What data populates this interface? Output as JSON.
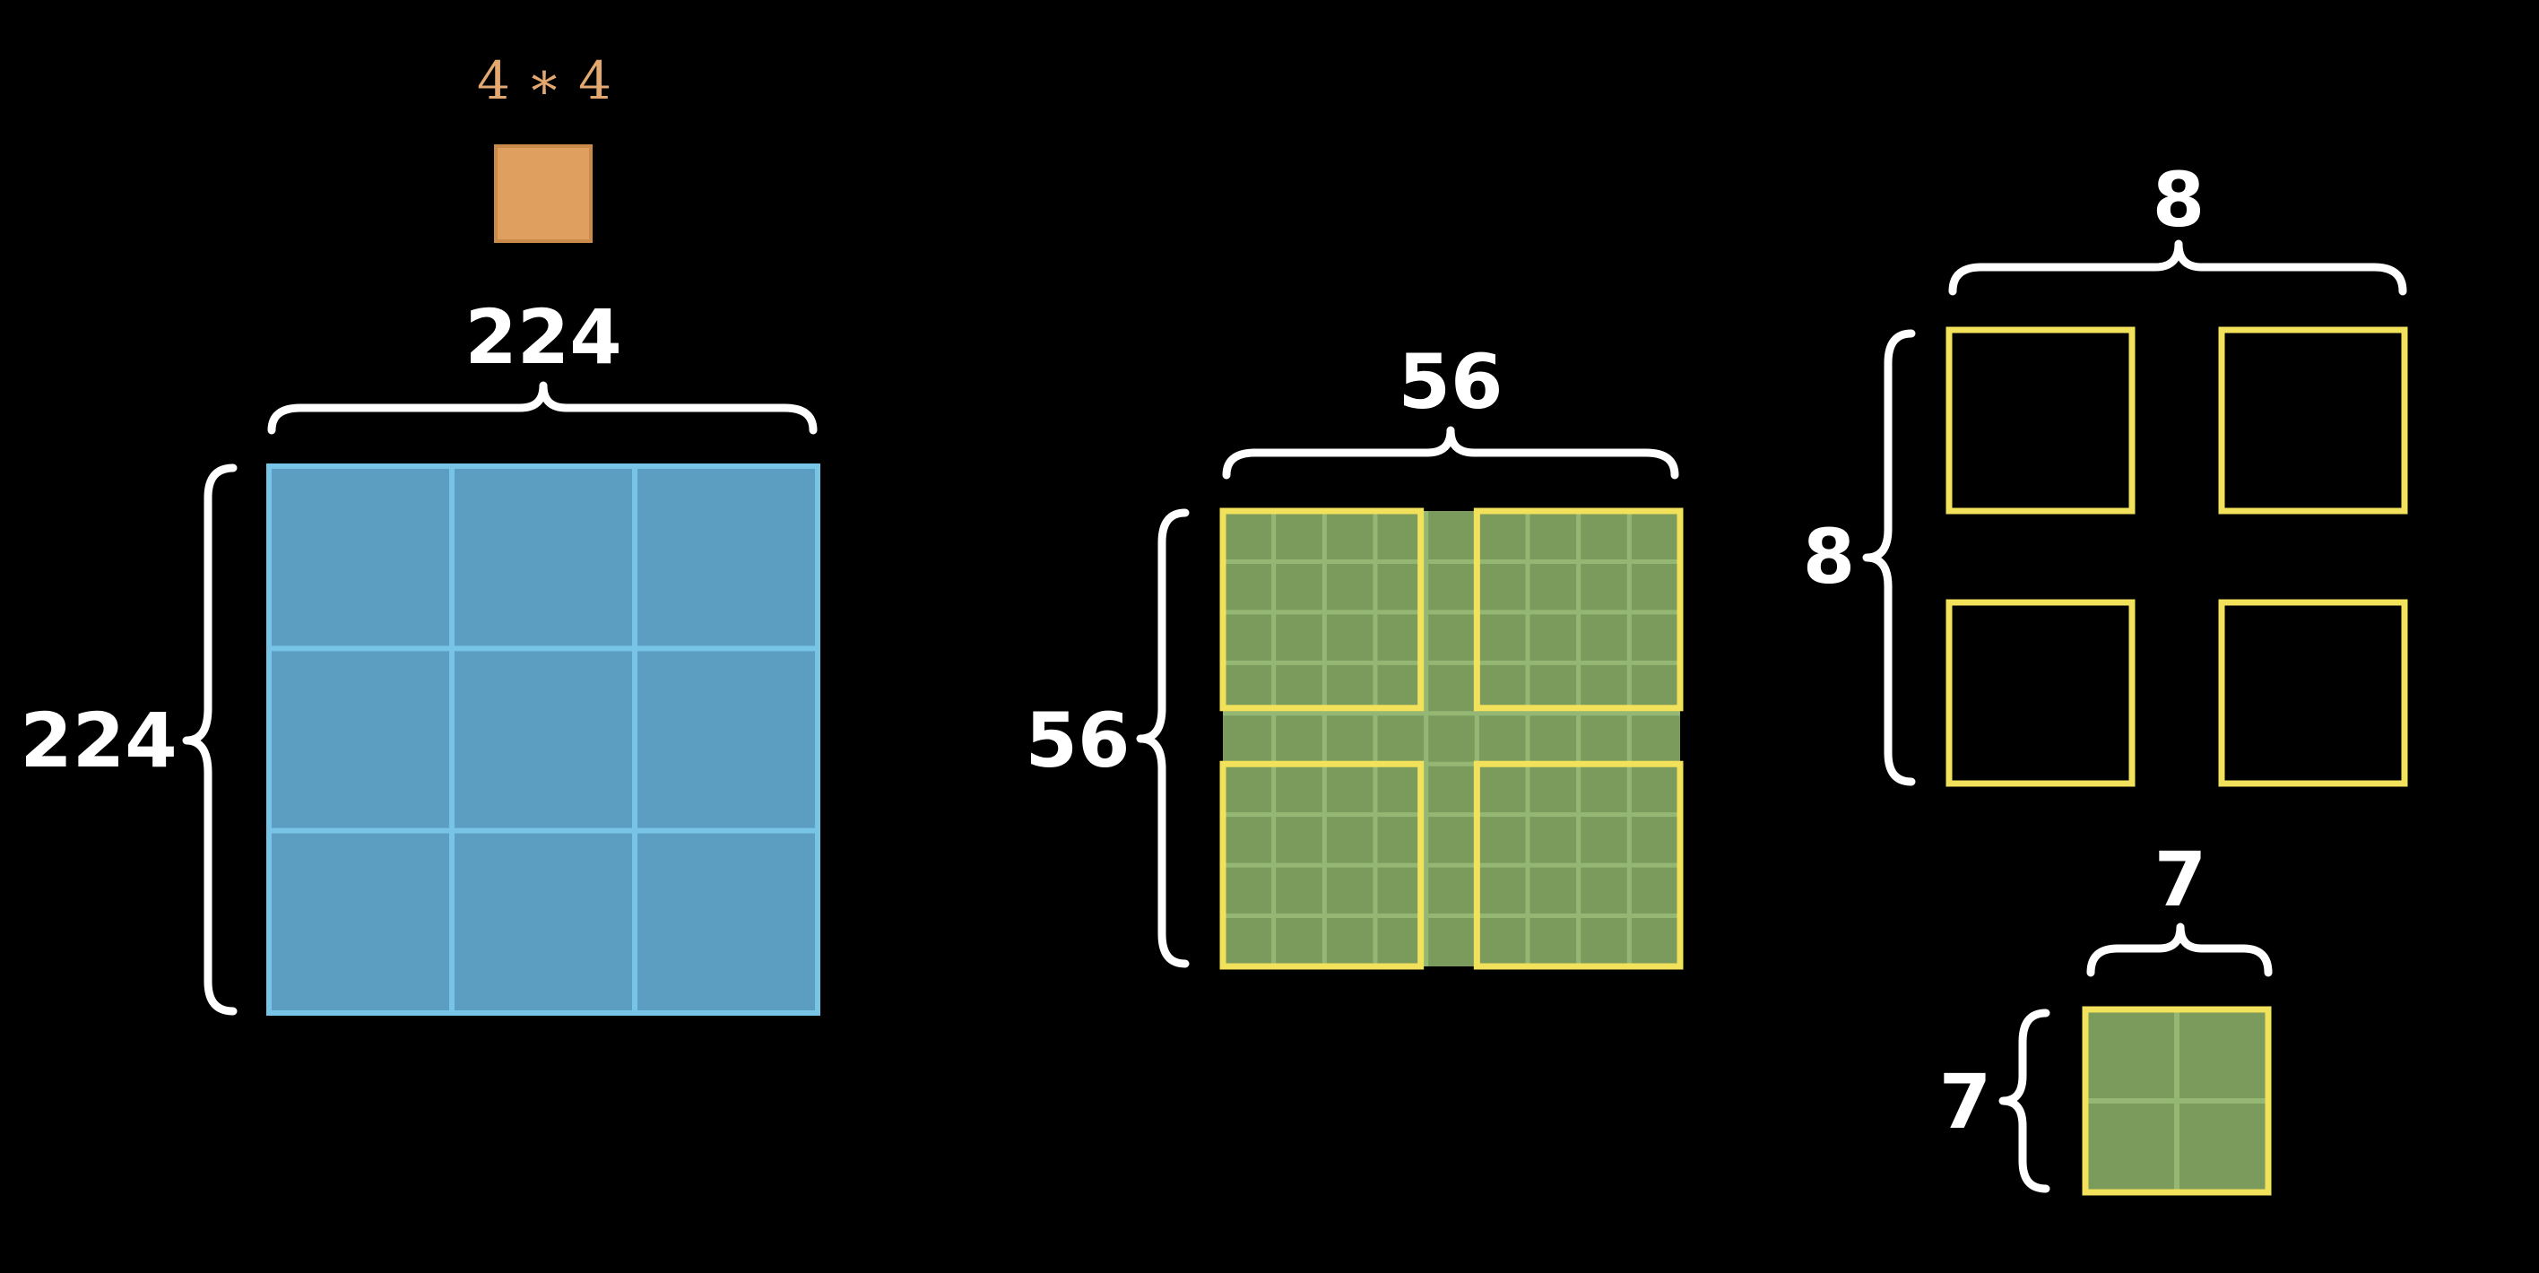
{
  "patch": {
    "label": "4 ∗ 4",
    "color": "#dfa05f"
  },
  "image": {
    "width_label": "224",
    "height_label": "224",
    "fill_color": "#5b9ec1",
    "grid_color": "#77c4e6",
    "grid_divisions": 3
  },
  "feature_map": {
    "width_label": "56",
    "height_label": "56",
    "fill_color": "#7a9b5c",
    "grid_color": "#94b874",
    "window_color": "#f2e15a",
    "grid_divisions": 5
  },
  "windows": {
    "width_label": "8",
    "height_label": "8",
    "border_color": "#f2e15a",
    "count": 4
  },
  "window_detail": {
    "width_label": "7",
    "height_label": "7",
    "fill_color": "#7a9b5c",
    "grid_color": "#94b874",
    "border_color": "#f2e15a",
    "grid_divisions": 2
  }
}
